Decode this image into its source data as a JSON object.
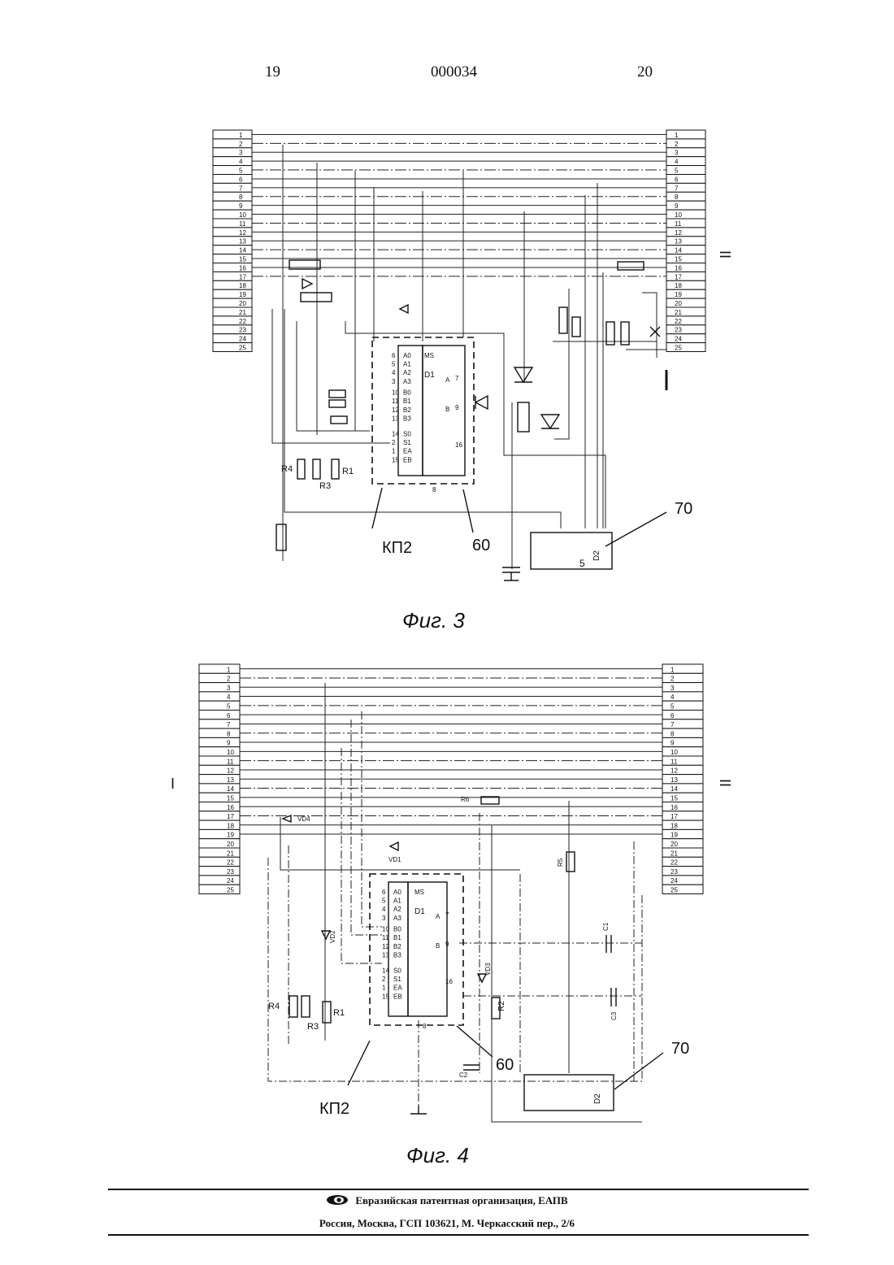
{
  "header": {
    "left_page": "19",
    "doc_number": "000034",
    "right_page": "20"
  },
  "figures": [
    {
      "caption": "Фиг. 3",
      "connector_left_label": "",
      "connector_right_label": "II",
      "pins": [
        "1",
        "2",
        "3",
        "4",
        "5",
        "6",
        "7",
        "8",
        "9",
        "10",
        "11",
        "12",
        "13",
        "14",
        "15",
        "16",
        "17",
        "18",
        "19",
        "20",
        "21",
        "22",
        "23",
        "24",
        "25"
      ],
      "chip": {
        "id": "D1",
        "left_pins": [
          "A0",
          "A1",
          "A2",
          "A3",
          "B0",
          "B1",
          "B2",
          "B3",
          "S0",
          "S1",
          "EA",
          "EB"
        ],
        "top_label": "MS",
        "outputs": [
          "A",
          "B"
        ],
        "pin_numbers": [
          "6",
          "5",
          "4",
          "3",
          "10",
          "11",
          "12",
          "13",
          "14",
          "2",
          "1",
          "15"
        ],
        "out_numbers": [
          "7",
          "9"
        ],
        "power": "16",
        "gnd": "8"
      },
      "resistors": [
        "R4",
        "R3",
        "R1"
      ],
      "callouts": [
        "КП2",
        "60",
        "70"
      ],
      "module_d2": {
        "id": "D2",
        "pin": "5"
      }
    },
    {
      "caption": "Фиг. 4",
      "connector_left_label": "I",
      "connector_right_label": "II",
      "pins": [
        "1",
        "2",
        "3",
        "4",
        "5",
        "6",
        "7",
        "8",
        "9",
        "10",
        "11",
        "12",
        "13",
        "14",
        "15",
        "16",
        "17",
        "18",
        "19",
        "20",
        "21",
        "22",
        "23",
        "24",
        "25"
      ],
      "chip": {
        "id": "D1",
        "left_pins": [
          "A0",
          "A1",
          "A2",
          "A3",
          "B0",
          "B1",
          "B2",
          "B3",
          "S0",
          "S1",
          "EA",
          "EB"
        ],
        "top_label": "MS",
        "outputs": [
          "A",
          "B"
        ],
        "pin_numbers": [
          "6",
          "5",
          "4",
          "3",
          "10",
          "11",
          "12",
          "13",
          "14",
          "2",
          "1",
          "15"
        ],
        "out_numbers": [
          "7",
          "9"
        ],
        "power": "16",
        "gnd": "8"
      },
      "resistors": [
        "R4",
        "R3",
        "R1",
        "R2",
        "R5",
        "R6"
      ],
      "diodes": [
        "VD4",
        "VD1",
        "VD2",
        "VD3"
      ],
      "capacitors": [
        "C1",
        "C2",
        "C3"
      ],
      "callouts": [
        "КП2",
        "60",
        "70"
      ],
      "module_d2": {
        "id": "D2"
      }
    }
  ],
  "footer": {
    "org": "Евразийская патентная организация, ЕАПВ",
    "address": "Россия, Москва, ГСП 103621, М. Черкасский пер., 2/6"
  }
}
